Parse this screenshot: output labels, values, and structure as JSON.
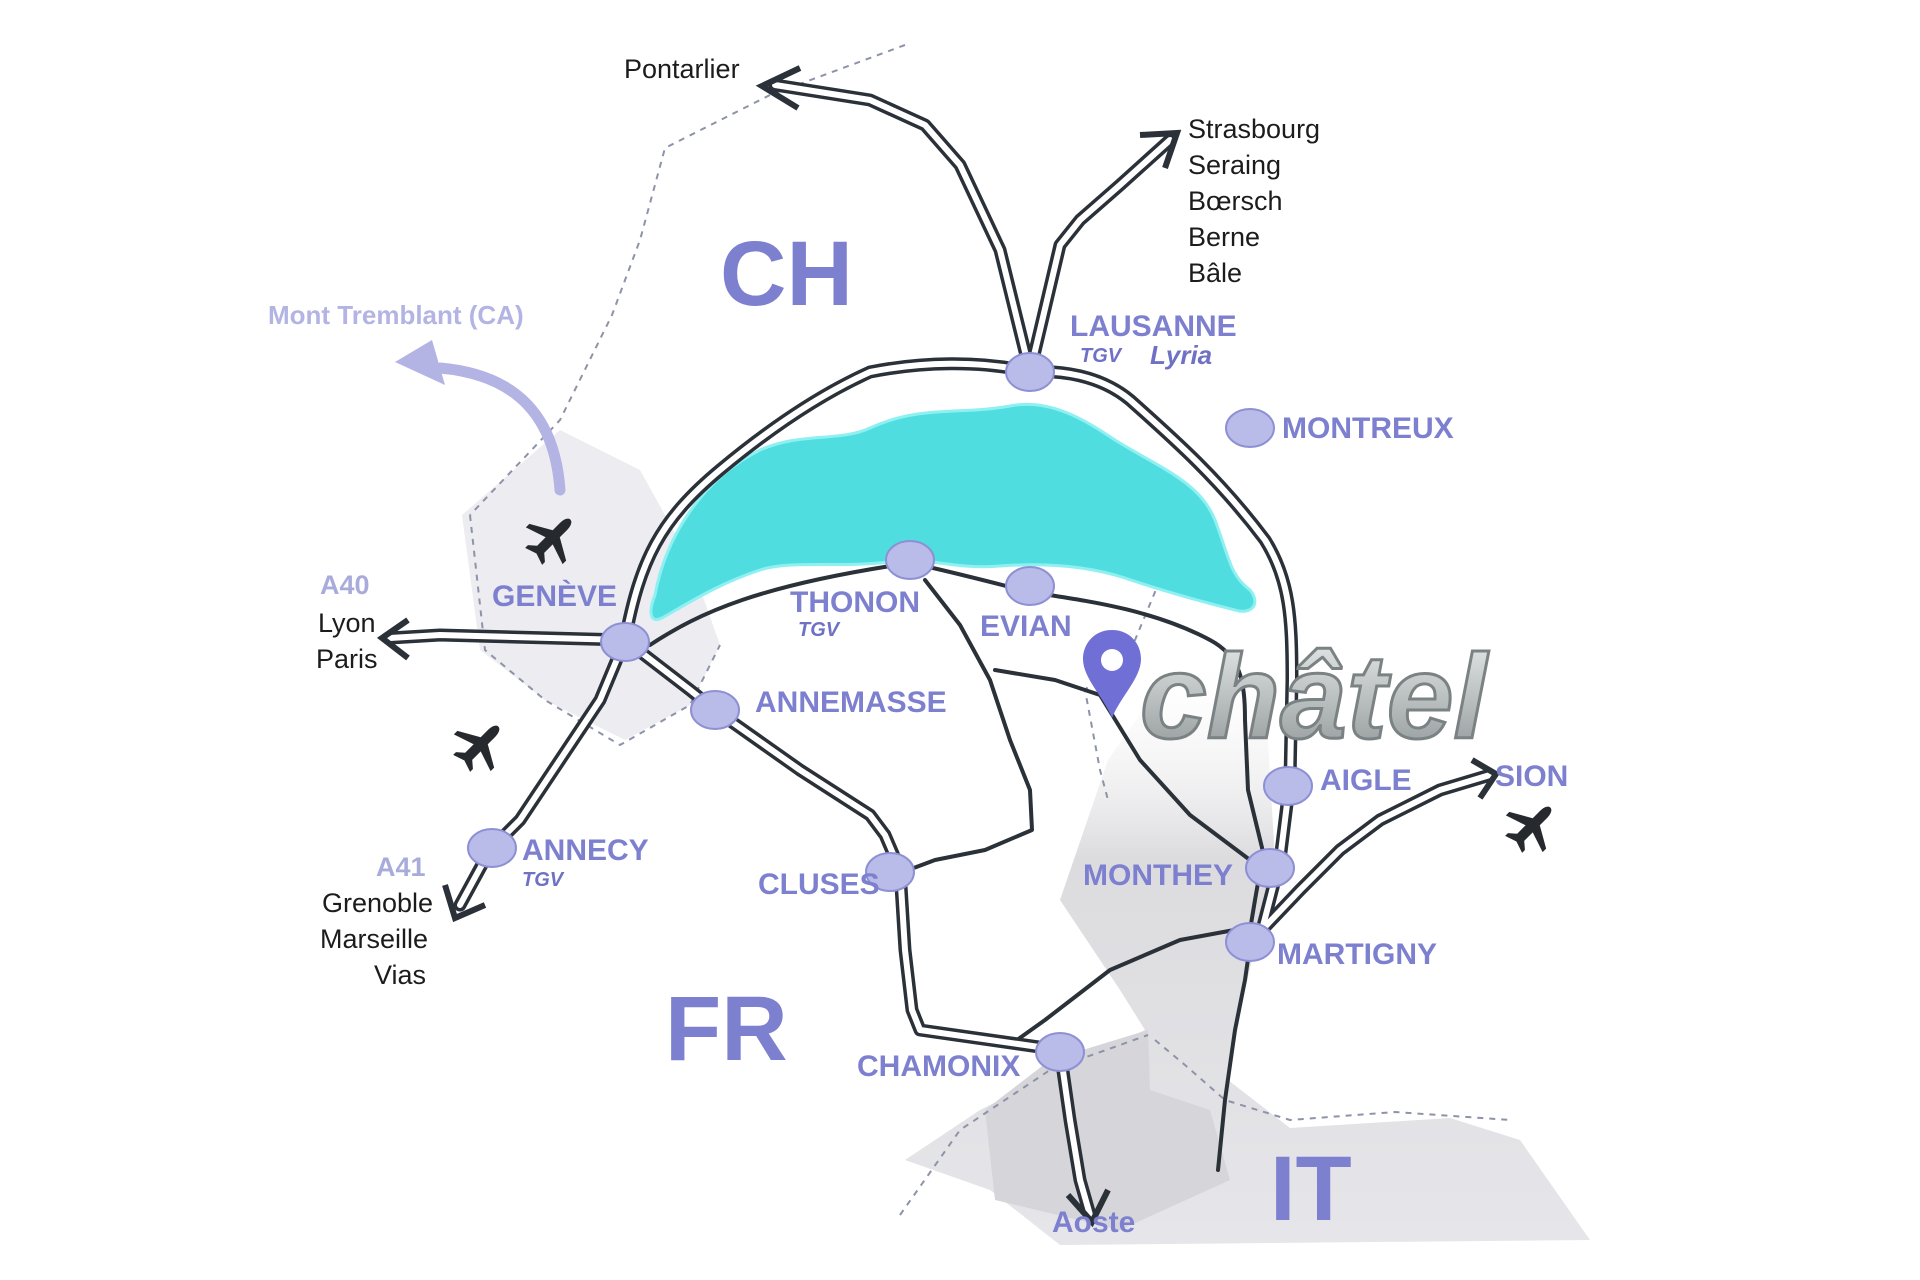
{
  "countries": {
    "ch": "CH",
    "fr": "FR",
    "it": "IT"
  },
  "cities": {
    "lausanne": "LAUSANNE",
    "montreux": "MONTREUX",
    "geneve": "GENÈVE",
    "thonon": "THONON",
    "evian": "EVIAN",
    "annemasse": "ANNEMASSE",
    "aigle": "AIGLE",
    "sion": "SION",
    "annecy": "ANNECY",
    "cluses": "CLUSES",
    "monthey": "MONTHEY",
    "martigny": "MARTIGNY",
    "chamonix": "CHAMONIX",
    "aoste": "Aoste"
  },
  "rail_brands": {
    "tgv": "TGV",
    "lyria": "Lyria"
  },
  "destinations": {
    "pontarlier": "Pontarlier",
    "north": [
      "Strasbourg",
      "Seraing",
      "Bœrsch",
      "Berne",
      "Bâle"
    ],
    "west": [
      "Lyon",
      "Paris"
    ],
    "southwest": [
      "Grenoble",
      "Marseille",
      "Vias"
    ]
  },
  "roads": {
    "a40": "A40",
    "a41": "A41"
  },
  "flight": "Mont Tremblant (CA)",
  "logo": "châtel",
  "icons": [
    "airplane-icon",
    "location-pin-icon",
    "arrow-icon"
  ],
  "colors": {
    "city_label": "#7d7fcf",
    "station_fill": "#b9bbe9",
    "lake": "#4fdde0",
    "road": "#2b3138",
    "mountain_shade": "#d9d9dc",
    "swiss_area": "#f0f0f3"
  }
}
